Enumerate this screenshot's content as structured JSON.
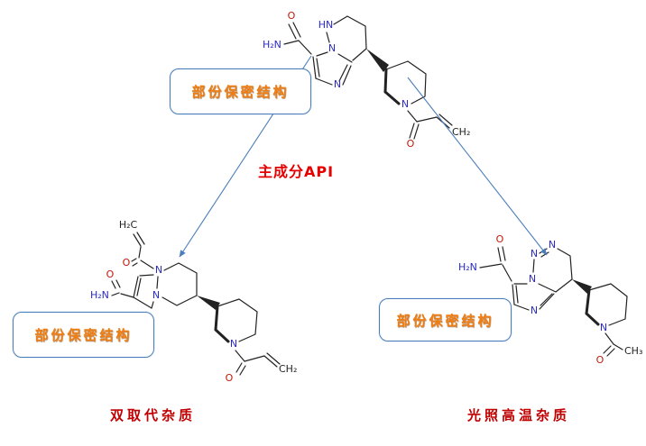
{
  "diagram": {
    "callout_label": "部份保密结构",
    "main_label": "主成分API",
    "left_label": "双取代杂质",
    "right_label": "光照高温杂质"
  },
  "colors": {
    "callout_border": "#4a7ebb",
    "callout_text": "#f07d12",
    "arrow": "#4a7ebb",
    "api_label": "#e60000",
    "impurity_label": "#c00000",
    "nitrogen": "#2b2bc4",
    "oxygen": "#c21807",
    "bond": "#222222"
  },
  "main_structure": {
    "name": "main API chemical structure",
    "atoms": {
      "o_amide": "O",
      "h2n": "H₂N",
      "hn": "HN",
      "n_fus": "N",
      "n_bot": "N",
      "n_pip": "N",
      "o_acryl": "O",
      "ch2": "CH₂"
    }
  },
  "left_structure": {
    "name": "disubstituted impurity chemical structure",
    "atoms": {
      "h2c": "H₂C",
      "o_acryl_top": "O",
      "o_amide": "O",
      "h2n": "H₂N",
      "n_top": "N",
      "n_fus": "N",
      "n_pip": "N",
      "o_acryl_bot": "O",
      "ch2": "CH₂"
    }
  },
  "right_structure": {
    "name": "photo and high-temperature impurity chemical structure",
    "atoms": {
      "o_amide": "O",
      "h2n": "H₂N",
      "n1": "N",
      "n2": "N",
      "n_fus": "N",
      "n_bot": "N",
      "n_pip": "N",
      "o_acetyl": "O",
      "ch3": "CH₃"
    }
  }
}
